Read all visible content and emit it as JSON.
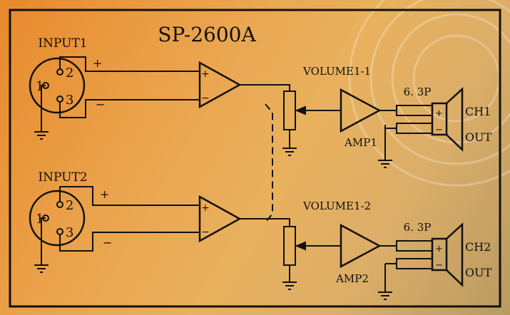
{
  "title": "SP-2600A",
  "channels": [
    {
      "input_label": "INPUT1",
      "pin1": "1",
      "pin2": "2",
      "pin3": "3",
      "plus": "+",
      "minus": "−",
      "volume_label": "VOLUME1-1",
      "amp_label": "AMP1",
      "jack_label": "6. 3P",
      "ch_label": "CH1",
      "out_label": "OUT",
      "spk_plus": "+",
      "spk_minus": "−"
    },
    {
      "input_label": "INPUT2",
      "pin1": "1",
      "pin2": "2",
      "pin3": "3",
      "plus": "+",
      "minus": "−",
      "volume_label": "VOLUME1-2",
      "amp_label": "AMP2",
      "jack_label": "6. 3P",
      "ch_label": "CH2",
      "out_label": "OUT",
      "spk_plus": "+",
      "spk_minus": "−"
    }
  ],
  "opamp_plus": "+",
  "opamp_minus": "−",
  "colors": {
    "line": "#111111",
    "frame": "#111111"
  }
}
